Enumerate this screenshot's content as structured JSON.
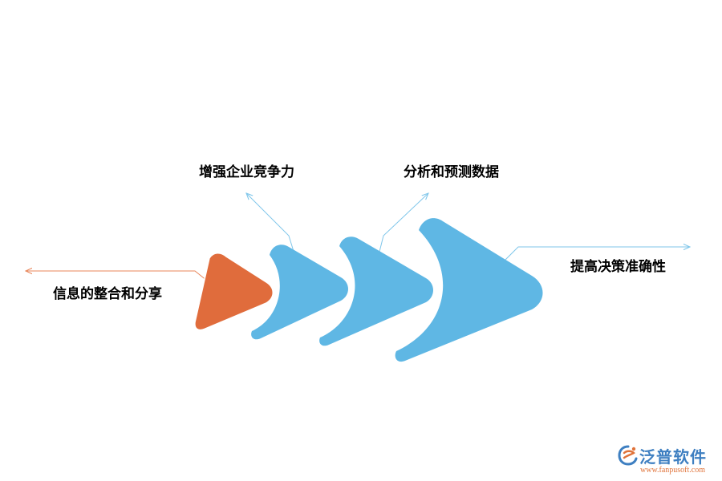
{
  "steps": [
    {
      "label": "信息的整合和分享",
      "color": "#e06c3c",
      "arrow_direction": "left"
    },
    {
      "label": "增强企业竞争力",
      "color": "#5fb7e4",
      "arrow_direction": "up"
    },
    {
      "label": "分析和预测数据",
      "color": "#5fb7e4",
      "arrow_direction": "up"
    },
    {
      "label": "提高决策准确性",
      "color": "#5fb7e4",
      "arrow_direction": "right"
    }
  ],
  "colors": {
    "accent": "#e06c3c",
    "primary": "#5fb7e4",
    "connector_orange": "#e8865a",
    "connector_blue": "#7fc6ea",
    "logo_blue": "#3e7fc1",
    "logo_orange": "#e0733a"
  },
  "logo": {
    "name": "泛普软件",
    "url": "www.fanpusoft.com",
    "icon": "fanpu-logo-icon"
  }
}
